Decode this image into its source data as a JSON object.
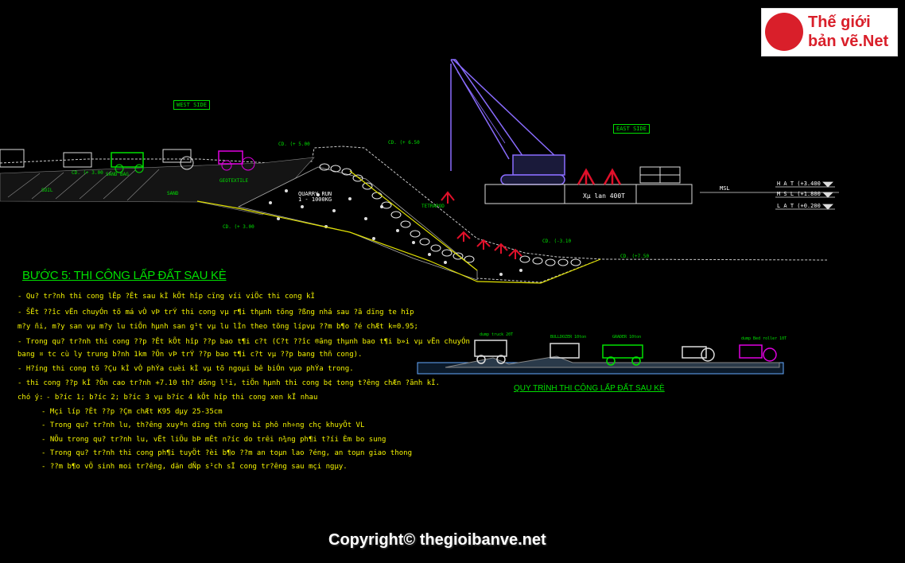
{
  "logo": {
    "line1": "Thế giới",
    "line2": "bản vẽ.Net"
  },
  "section": {
    "title": "BƯỚC 5: THI CÔNG LẤP ĐẤT SAU KÈ",
    "notes": [
      "- Qu? tr?nh thi cong lÊp ?Êt sau kÌ kÕt hîp cïng víi viÖc thi cong kÌ",
      "- ŠÊt ??îc vËn chuyÓn tõ má vÒ vÞ trÝ thi cong vµ r¶i thµnh tõng ?ßng nhá sau ?ã dïng te hîp",
      "m?y ñi, m?y san vµ m?y lu tiÕn hµnh san g¹t vµ lu lÌn theo tõng lípvµ ??m b¶o ?é chÆt k=0.95;",
      "- Trong qu? tr?nh thi cong ??p ?Êt kÕt hîp ??p bao t¶i c?t (C?t ??îc ®ãng thµnh bao t¶i b»i vµ vËn chuyÓn",
      "bang ¤ tc cù ly trung b?nh 1km ?Õn vÞ trÝ ??p bao t¶i c?t vµ ??p bang thñ cong).",
      "- H?íng thi cong tõ ?Çu kÌ vÒ phÝa cuèi kÌ vµ tõ ngoµi bê biÓn vµo phÝa trong.",
      "- thi cong ??p kÌ ?Õn cao tr?nh +7.10 th? dõng l¹i, tiÕn hµnh thi cong b¢ tong t?êng chÆn ?ãnh kÌ."
    ],
    "chu_y_label": "chó ý:",
    "chu_y_head": "- b?íc 1; b?íc 2; b?íc 3 vµ b?íc 4 kÕt hîp thi cong xen kÏ nhau",
    "chu_y_items": [
      "- Mçi líp ?Êt ??p ?Çm chÆt K95 dµy 25-35cm",
      "- Trong qu? tr?nh lu, th?êng xuyªn dïng thñ cong bï phô nh÷ng chç khuyÕt VL",
      "- NÕu trong qu? tr?nh lu, vËt liÖu bÞ mÊt n?íc do trêi n¾ng ph¶i t?íi Èm bo sung",
      "- Trong qu? tr?nh thi cong ph¶i tuyÖt ?èi b¶o ??m an toµn lao ?éng, an toµn giao thong",
      "- ??m b¶o vÖ sinh moi tr?êng, dän dÑp s¹ch sÏ cong tr?êng sau mçi ngµy."
    ]
  },
  "diagram": {
    "west_side": "WEST SIDE",
    "east_side": "EAST SIDE",
    "barge": "Xµ lan 400T",
    "levels": [
      "H A T (+3.400",
      "M S L (+1.800",
      "L A T (+0.200"
    ],
    "msl_label": "MSL",
    "cd_labels": [
      "CD. (+ 5.00",
      "CD. (+ 6.50",
      "CD. (+ 3.00",
      "CD. (-3.10",
      "CD. (+7.50",
      "CD. (+ 3.00"
    ],
    "labels": [
      "SAND BAG",
      "QUARRY RUN",
      "1 - 1000KG",
      "SAND",
      "SOIL",
      "GEOTEXTILE",
      "TETRAPOD"
    ],
    "caption": "QUY TRÌNH THI CÔNG LẤP ĐẤT SAU KÈ",
    "equipment": [
      "dump truck 20T",
      "BULLDOZER 10ton",
      "GRADER 10ton",
      "dump Bed roller 10T"
    ]
  },
  "copyright": "Copyright© thegioibanve.net",
  "colors": {
    "background": "#000000",
    "title": "#00e000",
    "notes": "#f4f400",
    "crane": "#7a5cff",
    "tetrapod": "#e0102a",
    "equipment": "#00c000"
  }
}
